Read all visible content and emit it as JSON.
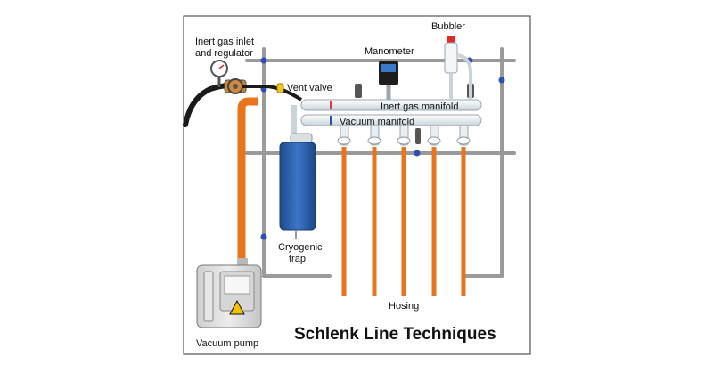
{
  "title": "Schlenk Line Techniques",
  "labels": {
    "inert_gas_inlet_line1": "Inert gas inlet",
    "inert_gas_inlet_line2": "and regulator",
    "manometer": "Manometer",
    "bubbler": "Bubbler",
    "vent_valve": "Vent valve",
    "inert_gas_manifold": "Inert gas manifold",
    "vacuum_manifold": "Vacuum manifold",
    "cryogenic_trap_line1": "Cryogenic",
    "cryogenic_trap_line2": "trap",
    "hosing": "Hosing",
    "vacuum_pump": "Vacuum pump"
  },
  "colors": {
    "frame_border": "#333333",
    "rack": "#9a9a9a",
    "hose": "#e8741e",
    "trap": "#2e62a8",
    "glass": "#e8eef2",
    "stopcock": "#2b4fb5",
    "warning": "#f2c200"
  }
}
